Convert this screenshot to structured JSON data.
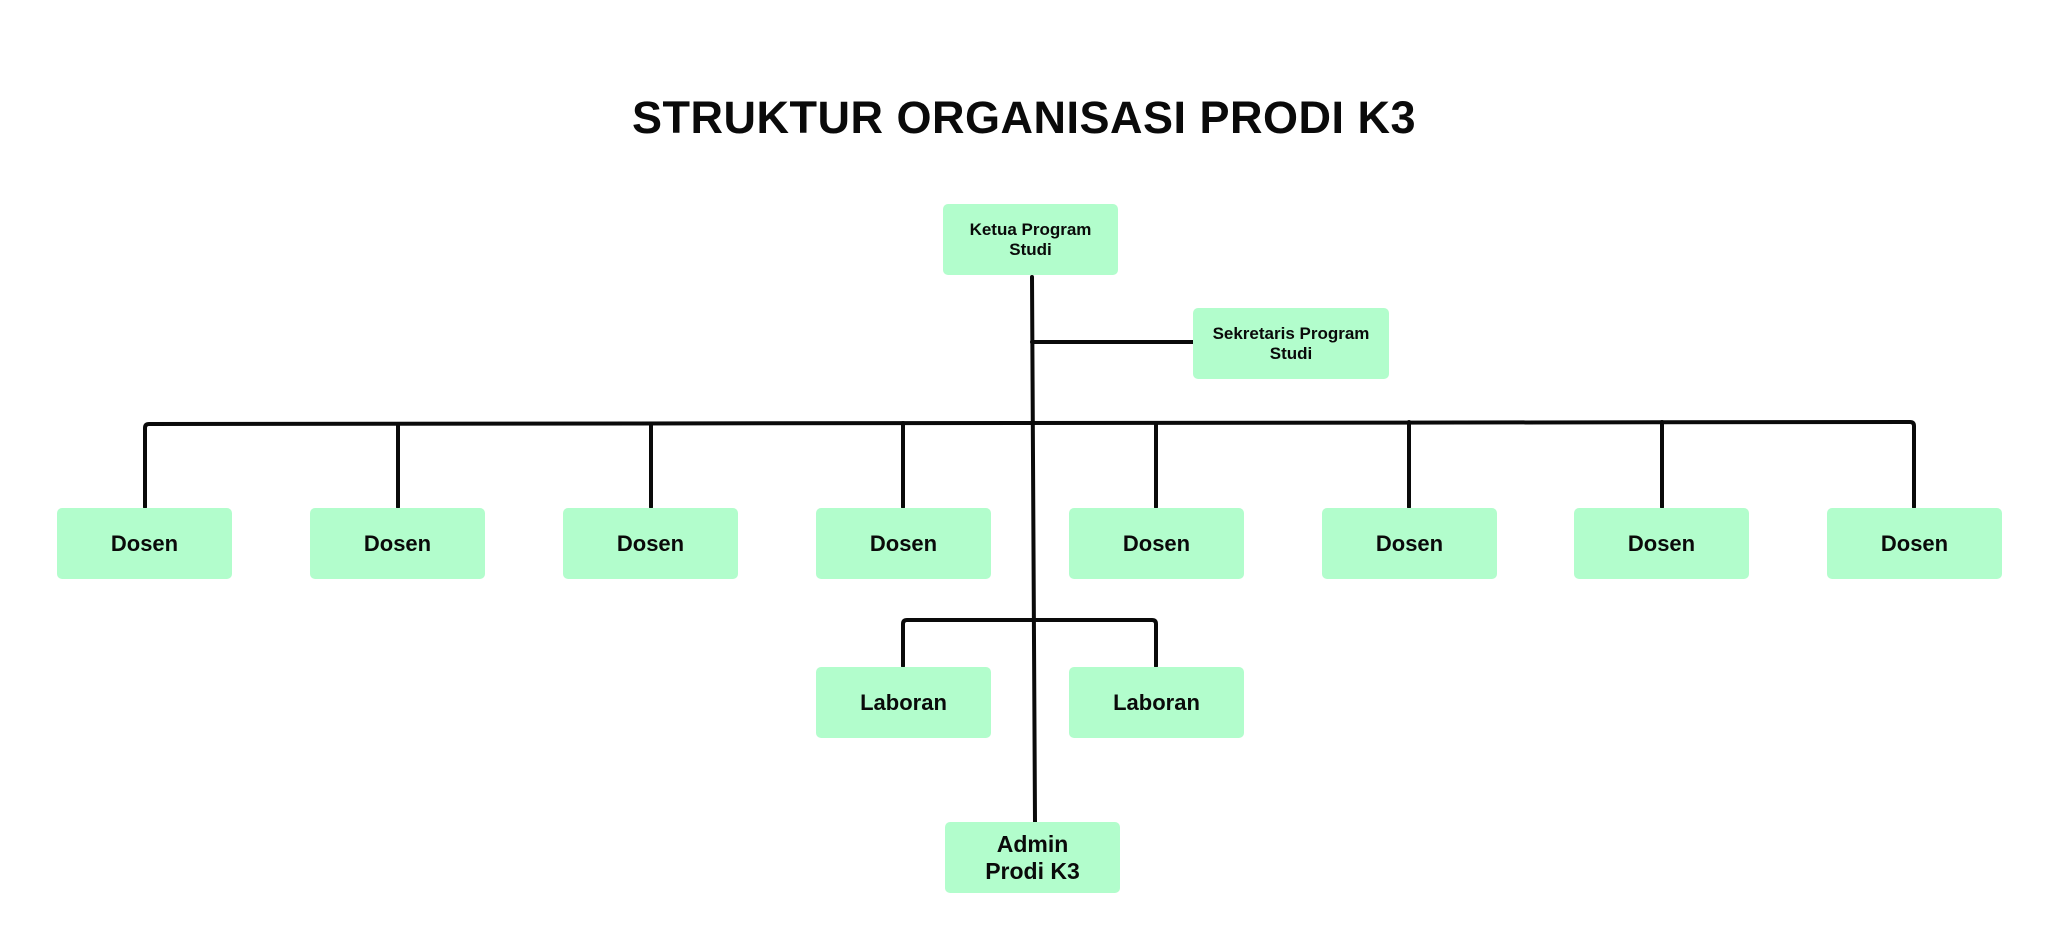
{
  "title": "STRUKTUR ORGANISASI PRODI K3",
  "colors": {
    "node_fill": "#b2fdcc",
    "line": "#0a0a0a",
    "text": "#0a0a0a"
  },
  "nodes": {
    "ketua": "Ketua Program Studi",
    "sekretaris": "Sekretaris Program Studi",
    "dosen": [
      "Dosen",
      "Dosen",
      "Dosen",
      "Dosen",
      "Dosen",
      "Dosen",
      "Dosen",
      "Dosen"
    ],
    "laboran": [
      "Laboran",
      "Laboran"
    ],
    "admin": "Admin Prodi K3"
  }
}
